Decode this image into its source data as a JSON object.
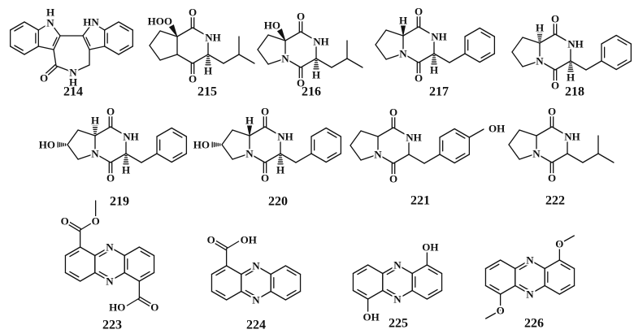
{
  "compounds": {
    "214": {
      "label": "214",
      "atoms": {
        "h_left": "H",
        "n_left": "N",
        "hn_right": "HN",
        "o": "O",
        "n_amide": "N",
        "h_amide": "H"
      }
    },
    "215": {
      "label": "215",
      "atoms": {
        "top_sub": "HOO",
        "o_top": "O",
        "nh": "NH",
        "h_bottom": "H",
        "o_bottom": "O"
      }
    },
    "216": {
      "label": "216",
      "atoms": {
        "top_sub": "HO",
        "o_top": "O",
        "nh": "NH",
        "n": "N",
        "h_bottom": "H",
        "o_bottom": "O"
      }
    },
    "217": {
      "label": "217",
      "atoms": {
        "h_top": "H",
        "o_top": "O",
        "nh": "NH",
        "n": "N",
        "h_bottom": "H",
        "o_bottom": "O"
      }
    },
    "218": {
      "label": "218",
      "atoms": {
        "h_top": "H",
        "o_top": "O",
        "nh": "NH",
        "n": "N",
        "h_bottom": "H",
        "o_bottom": "O"
      }
    },
    "219": {
      "label": "219",
      "atoms": {
        "h_top": "H",
        "o_top": "O",
        "nh": "NH",
        "ho": "HO",
        "n": "N",
        "h_bottom": "H",
        "o_bottom": "O"
      }
    },
    "220": {
      "label": "220",
      "atoms": {
        "h_top": "H",
        "o_top": "O",
        "nh": "NH",
        "ho": "HO",
        "n": "N",
        "h_bottom": "H",
        "o_bottom": "O"
      }
    },
    "221": {
      "label": "221",
      "atoms": {
        "o_top": "O",
        "nh": "NH",
        "n": "N",
        "o_bottom": "O",
        "oh": "OH"
      }
    },
    "222": {
      "label": "222",
      "atoms": {
        "o_top": "O",
        "nh": "NH",
        "n": "N",
        "o_bottom": "O"
      }
    },
    "223": {
      "label": "223",
      "atoms": {
        "ester_o_double": "O",
        "ester_o": "O",
        "n_top": "N",
        "n_bottom": "N",
        "acid_oh": "HO",
        "acid_o": "O"
      }
    },
    "224": {
      "label": "224",
      "atoms": {
        "acid_o": "O",
        "acid_oh": "OH",
        "n_top": "N",
        "n_bottom": "N"
      }
    },
    "225": {
      "label": "225",
      "atoms": {
        "oh_top": "OH",
        "n_top": "N",
        "n_bottom": "N",
        "oh_bottom": "OH"
      }
    },
    "226": {
      "label": "226",
      "atoms": {
        "o_top": "O",
        "n_top": "N",
        "n_bottom": "N",
        "o_bottom": "O"
      }
    }
  }
}
